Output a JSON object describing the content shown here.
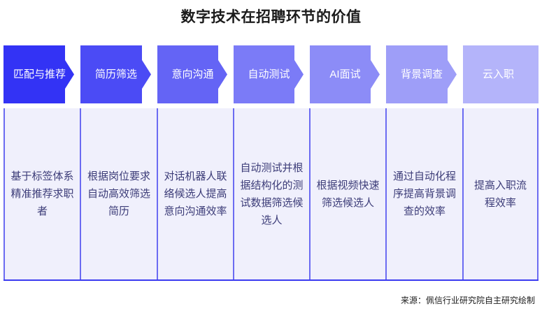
{
  "title": "数字技术在招聘环节的价值",
  "source": {
    "label": "来源：佩信行业研究院自主研究绘制"
  },
  "colors": {
    "stage_1": "#3333f5",
    "stage_2": "#4b4bf5",
    "stage_3": "#6464f5",
    "stage_4": "#7b7bf7",
    "stage_5": "#8c8cf7",
    "stage_6": "#9e9ef8",
    "stage_7": "#b4b4fa",
    "divider": "#6b6bf2",
    "bottom_rule": "#3b3bf0",
    "cell_background": "#f0f0fc",
    "header_text": "#ffffff",
    "body_text": "#3c3c78",
    "title_text": "#1b1b1b",
    "page_background": "#ffffff",
    "chevron": "#ffffff"
  },
  "flow": {
    "type": "chevron-process",
    "stage_count": 7,
    "stages": [
      {
        "index": 1,
        "name": "匹配与推荐",
        "description": "基于标签体系精准推荐求职者",
        "color": "#3333f5"
      },
      {
        "index": 2,
        "name": "简历筛选",
        "description": "根据岗位要求自动高效筛选简历",
        "color": "#4b4bf5"
      },
      {
        "index": 3,
        "name": "意向沟通",
        "description": "对话机器人联络候选人提高意向沟通效率",
        "color": "#6464f5"
      },
      {
        "index": 4,
        "name": "自动测试",
        "description": "自动测试并根据结构化的测试数据筛选候选人",
        "color": "#7b7bf7"
      },
      {
        "index": 5,
        "name": "AI面试",
        "description": "根据视频快速筛选候选人",
        "color": "#8c8cf7"
      },
      {
        "index": 6,
        "name": "背景调查",
        "description": "通过自动化程序提高背景调查的效率",
        "color": "#9e9ef8"
      },
      {
        "index": 7,
        "name": "云入职",
        "description": "提高入职流程效率",
        "color": "#b4b4fa"
      }
    ]
  }
}
